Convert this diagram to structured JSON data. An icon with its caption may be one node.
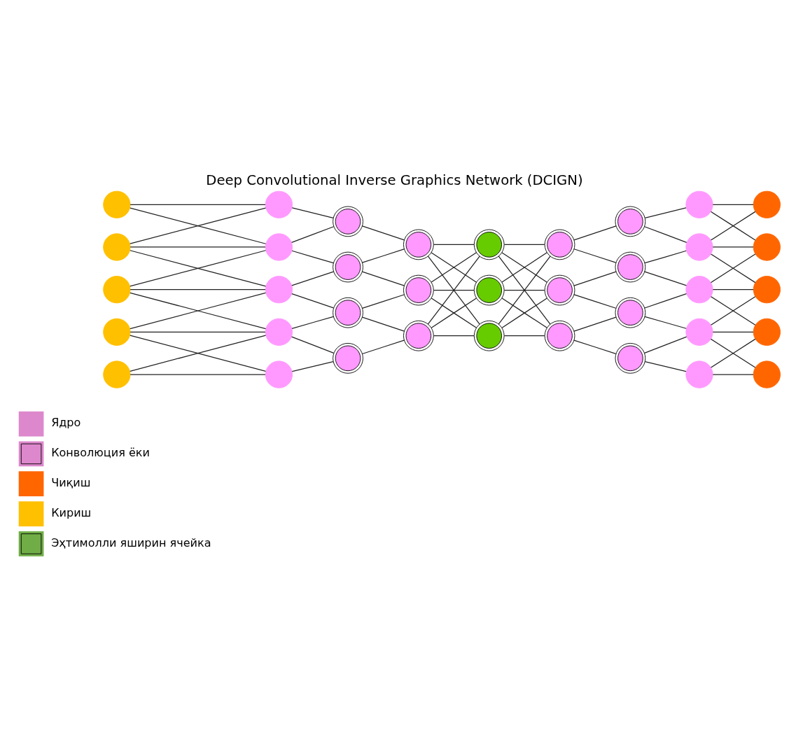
{
  "diagram": {
    "title": "Deep Convolutional Inverse Graphics Network (DCIGN)",
    "nodes": [
      {
        "text": [],
        "shape": "circle"
      },
      {
        "text": [],
        "shape": "circle"
      },
      {
        "text": [],
        "shape": "circle"
      },
      {
        "text": [],
        "shape": "circle"
      },
      {
        "text": [],
        "shape": "circle"
      },
      {
        "text": [],
        "shape": "circle"
      },
      {
        "text": [],
        "shape": "circle"
      },
      {
        "text": [],
        "shape": "circle"
      },
      {
        "text": [],
        "shape": "circle"
      },
      {
        "text": [],
        "shape": "circle"
      },
      {
        "text": [],
        "shape": "circle"
      },
      {
        "text": [],
        "shape": "circle"
      },
      {
        "text": [],
        "shape": "circle"
      },
      {
        "text": [],
        "shape": "circle"
      },
      {
        "text": [],
        "shape": "circle"
      },
      {
        "text": [],
        "shape": "circle"
      },
      {
        "text": [],
        "shape": "circle"
      },
      {
        "text": [],
        "shape": "circle"
      },
      {
        "text": [],
        "shape": "circle"
      },
      {
        "text": [],
        "shape": "circle"
      },
      {
        "text": [],
        "shape": "circle"
      },
      {
        "text": [],
        "shape": "circle"
      },
      {
        "text": [],
        "shape": "circle"
      },
      {
        "text": [],
        "shape": "circle"
      },
      {
        "text": [],
        "shape": "circle"
      },
      {
        "text": [],
        "shape": "circle"
      },
      {
        "text": [],
        "shape": "circle"
      },
      {
        "text": [],
        "shape": "circle"
      },
      {
        "text": [],
        "shape": "circle"
      },
      {
        "text": [],
        "shape": "circle"
      },
      {
        "text": [],
        "shape": "circle"
      },
      {
        "text": [],
        "shape": "circle"
      },
      {
        "text": [],
        "shape": "circle"
      },
      {
        "text": [],
        "shape": "circle"
      },
      {
        "text": [],
        "shape": "circle"
      },
      {
        "text": [],
        "shape": "circle"
      },
      {
        "text": [],
        "shape": "circle"
      }
    ],
    "edges": [
      {
        "from": 0,
        "to": 5,
        "arrow": "none"
      },
      {
        "from": 0,
        "to": 6,
        "arrow": "none"
      },
      {
        "from": 1,
        "to": 5,
        "arrow": "none"
      },
      {
        "from": 1,
        "to": 6,
        "arrow": "none"
      },
      {
        "from": 1,
        "to": 7,
        "arrow": "none"
      },
      {
        "from": 2,
        "to": 6,
        "arrow": "none"
      },
      {
        "from": 2,
        "to": 7,
        "arrow": "none"
      },
      {
        "from": 2,
        "to": 8,
        "arrow": "none"
      },
      {
        "from": 3,
        "to": 7,
        "arrow": "none"
      },
      {
        "from": 3,
        "to": 8,
        "arrow": "none"
      },
      {
        "from": 3,
        "to": 9,
        "arrow": "none"
      },
      {
        "from": 4,
        "to": 8,
        "arrow": "none"
      },
      {
        "from": 4,
        "to": 9,
        "arrow": "none"
      },
      {
        "from": 5,
        "to": 10,
        "arrow": "none"
      },
      {
        "from": 6,
        "to": 10,
        "arrow": "none"
      },
      {
        "from": 6,
        "to": 11,
        "arrow": "none"
      },
      {
        "from": 7,
        "to": 11,
        "arrow": "none"
      },
      {
        "from": 7,
        "to": 12,
        "arrow": "none"
      },
      {
        "from": 8,
        "to": 12,
        "arrow": "none"
      },
      {
        "from": 8,
        "to": 13,
        "arrow": "none"
      },
      {
        "from": 9,
        "to": 13,
        "arrow": "none"
      },
      {
        "from": 10,
        "to": 14,
        "arrow": "none"
      },
      {
        "from": 11,
        "to": 14,
        "arrow": "none"
      },
      {
        "from": 11,
        "to": 15,
        "arrow": "none"
      },
      {
        "from": 12,
        "to": 15,
        "arrow": "none"
      },
      {
        "from": 12,
        "to": 16,
        "arrow": "none"
      },
      {
        "from": 13,
        "to": 16,
        "arrow": "none"
      },
      {
        "from": 14,
        "to": 17,
        "arrow": "none"
      },
      {
        "from": 14,
        "to": 18,
        "arrow": "none"
      },
      {
        "from": 14,
        "to": 19,
        "arrow": "none"
      },
      {
        "from": 15,
        "to": 17,
        "arrow": "none"
      },
      {
        "from": 15,
        "to": 18,
        "arrow": "none"
      },
      {
        "from": 15,
        "to": 19,
        "arrow": "none"
      },
      {
        "from": 16,
        "to": 17,
        "arrow": "none"
      },
      {
        "from": 16,
        "to": 18,
        "arrow": "none"
      },
      {
        "from": 16,
        "to": 19,
        "arrow": "none"
      },
      {
        "from": 17,
        "to": 20,
        "arrow": "none"
      },
      {
        "from": 17,
        "to": 21,
        "arrow": "none"
      },
      {
        "from": 17,
        "to": 22,
        "arrow": "none"
      },
      {
        "from": 18,
        "to": 20,
        "arrow": "none"
      },
      {
        "from": 18,
        "to": 21,
        "arrow": "none"
      },
      {
        "from": 18,
        "to": 22,
        "arrow": "none"
      },
      {
        "from": 19,
        "to": 20,
        "arrow": "none"
      },
      {
        "from": 19,
        "to": 21,
        "arrow": "none"
      },
      {
        "from": 19,
        "to": 22,
        "arrow": "none"
      },
      {
        "from": 20,
        "to": 23,
        "arrow": "none"
      },
      {
        "from": 20,
        "to": 24,
        "arrow": "none"
      },
      {
        "from": 21,
        "to": 24,
        "arrow": "none"
      },
      {
        "from": 21,
        "to": 25,
        "arrow": "none"
      },
      {
        "from": 22,
        "to": 25,
        "arrow": "none"
      },
      {
        "from": 22,
        "to": 26,
        "arrow": "none"
      },
      {
        "from": 23,
        "to": 27,
        "arrow": "none"
      },
      {
        "from": 23,
        "to": 28,
        "arrow": "none"
      },
      {
        "from": 24,
        "to": 28,
        "arrow": "none"
      },
      {
        "from": 24,
        "to": 29,
        "arrow": "none"
      },
      {
        "from": 25,
        "to": 29,
        "arrow": "none"
      },
      {
        "from": 25,
        "to": 30,
        "arrow": "none"
      },
      {
        "from": 26,
        "to": 30,
        "arrow": "none"
      },
      {
        "from": 26,
        "to": 31,
        "arrow": "none"
      },
      {
        "from": 27,
        "to": 32,
        "arrow": "none"
      },
      {
        "from": 27,
        "to": 33,
        "arrow": "none"
      },
      {
        "from": 28,
        "to": 32,
        "arrow": "none"
      },
      {
        "from": 28,
        "to": 33,
        "arrow": "none"
      },
      {
        "from": 28,
        "to": 34,
        "arrow": "none"
      },
      {
        "from": 29,
        "to": 33,
        "arrow": "none"
      },
      {
        "from": 29,
        "to": 34,
        "arrow": "none"
      },
      {
        "from": 29,
        "to": 35,
        "arrow": "none"
      },
      {
        "from": 30,
        "to": 34,
        "arrow": "none"
      },
      {
        "from": 30,
        "to": 35,
        "arrow": "none"
      },
      {
        "from": 30,
        "to": 36,
        "arrow": "none"
      },
      {
        "from": 31,
        "to": 35,
        "arrow": "none"
      },
      {
        "from": 31,
        "to": 36,
        "arrow": "none"
      }
    ],
    "legend": [
      {
        "text": "Ядро",
        "color": "#dd88cc"
      },
      {
        "text": "Конволюция ёки",
        "color": "#dd88cc"
      },
      {
        "text": "Чиқиш",
        "color": "#ff6600"
      },
      {
        "text": "Кириш",
        "color": "#ffc000"
      },
      {
        "text": "Эҳтимолли яширин ячейка",
        "color": "#70ad47"
      }
    ]
  }
}
